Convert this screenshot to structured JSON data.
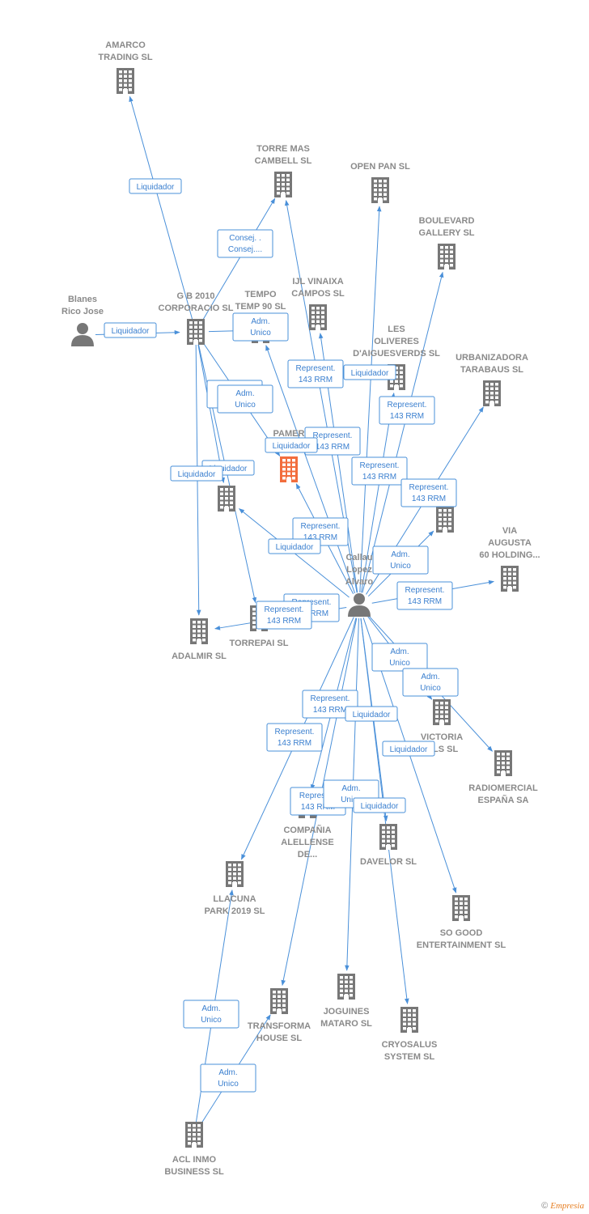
{
  "colors": {
    "edge": "#4a90d9",
    "building": "#777777",
    "center_building": "#f26d3d",
    "person": "#777777",
    "label": "#8a8a8a"
  },
  "nodes": [
    {
      "id": "amarco",
      "type": "company",
      "lines": [
        "AMARCO",
        "TRADING SL"
      ],
      "label_pos": "above"
    },
    {
      "id": "torremas",
      "type": "company",
      "lines": [
        "TORRE MAS",
        "CAMBELL SL"
      ],
      "label_pos": "above"
    },
    {
      "id": "openpan",
      "type": "company",
      "lines": [
        "OPEN PAN SL"
      ],
      "label_pos": "above"
    },
    {
      "id": "boulevard",
      "type": "company",
      "lines": [
        "BOULEVARD",
        "GALLERY SL"
      ],
      "label_pos": "above"
    },
    {
      "id": "blanes",
      "type": "person",
      "lines": [
        "Blanes",
        "Rico Jose"
      ],
      "label_pos": "above"
    },
    {
      "id": "gb2010",
      "type": "company",
      "lines": [
        "G B 2010",
        "CORPORACIO SL"
      ],
      "label_pos": "above"
    },
    {
      "id": "tempo",
      "type": "company",
      "lines": [
        "TEMPO",
        "TEMP 90 SL"
      ],
      "label_pos": "above"
    },
    {
      "id": "ijl",
      "type": "company",
      "lines": [
        "IJL VINAIXA",
        "CAMPOS SL"
      ],
      "label_pos": "above"
    },
    {
      "id": "lesoliveres",
      "type": "company",
      "lines": [
        "LES",
        "OLIVERES",
        "D'AIGUESVERDS SL"
      ],
      "label_pos": "above"
    },
    {
      "id": "urbanizadora",
      "type": "company",
      "lines": [
        "URBANIZADORA",
        "TARABAUS  SL"
      ],
      "label_pos": "above"
    },
    {
      "id": "pamer",
      "type": "center",
      "lines": [
        "PAMER",
        "BL..."
      ],
      "label_pos": "above"
    },
    {
      "id": "rosellon",
      "type": "company",
      "lines": [],
      "label_pos": "none"
    },
    {
      "id": "k",
      "type": "company",
      "lines": [
        "...K"
      ],
      "label_pos": "above"
    },
    {
      "id": "viaaugusta",
      "type": "company",
      "lines": [
        "VIA",
        "AUGUSTA",
        "60 HOLDING..."
      ],
      "label_pos": "above"
    },
    {
      "id": "callau",
      "type": "person",
      "lines": [
        "Callau",
        "Lopez",
        "Alvaro"
      ],
      "label_pos": "above"
    },
    {
      "id": "adalmir",
      "type": "company",
      "lines": [
        "ADALMIR SL"
      ],
      "label_pos": "below"
    },
    {
      "id": "torrepai",
      "type": "company",
      "lines": [
        "TORREPAI SL"
      ],
      "label_pos": "below"
    },
    {
      "id": "victoria",
      "type": "company",
      "lines": [
        "VICTORIA",
        "...LS SL"
      ],
      "label_pos": "below"
    },
    {
      "id": "radiomercial",
      "type": "company",
      "lines": [
        "RADIOMERCIAL",
        "ESPAÑA SA"
      ],
      "label_pos": "below"
    },
    {
      "id": "companya",
      "type": "company",
      "lines": [
        "COMPAÑIA",
        "ALELLENSE",
        "DE..."
      ],
      "label_pos": "below"
    },
    {
      "id": "davelor",
      "type": "company",
      "lines": [
        "DAVELOR SL"
      ],
      "label_pos": "below"
    },
    {
      "id": "llacuna",
      "type": "company",
      "lines": [
        "LLACUNA",
        "PARK 2019  SL"
      ],
      "label_pos": "below"
    },
    {
      "id": "sogood",
      "type": "company",
      "lines": [
        "SO GOOD",
        "ENTERTAINMENT SL"
      ],
      "label_pos": "below"
    },
    {
      "id": "transforma",
      "type": "company",
      "lines": [
        "TRANSFORMA",
        "HOUSE  SL"
      ],
      "label_pos": "below"
    },
    {
      "id": "joguines",
      "type": "company",
      "lines": [
        "JOGUINES",
        "MATARO SL"
      ],
      "label_pos": "below"
    },
    {
      "id": "cryosalus",
      "type": "company",
      "lines": [
        "CRYOSALUS",
        "SYSTEM SL"
      ],
      "label_pos": "below"
    },
    {
      "id": "aclinmo",
      "type": "company",
      "lines": [
        "ACL INMO",
        "BUSINESS  SL"
      ],
      "label_pos": "below"
    }
  ],
  "edges": [
    {
      "from": "gb2010",
      "to": "amarco"
    },
    {
      "from": "gb2010",
      "to": "torremas"
    },
    {
      "from": "blanes",
      "to": "gb2010"
    },
    {
      "from": "gb2010",
      "to": "tempo"
    },
    {
      "from": "gb2010",
      "to": "pamer"
    },
    {
      "from": "gb2010",
      "to": "adalmir"
    },
    {
      "from": "gb2010",
      "to": "torrepai"
    },
    {
      "from": "gb2010",
      "to": "rosellon"
    },
    {
      "from": "callau",
      "to": "torremas"
    },
    {
      "from": "callau",
      "to": "openpan"
    },
    {
      "from": "callau",
      "to": "boulevard"
    },
    {
      "from": "callau",
      "to": "ijl"
    },
    {
      "from": "callau",
      "to": "tempo"
    },
    {
      "from": "callau",
      "to": "lesoliveres"
    },
    {
      "from": "callau",
      "to": "urbanizadora"
    },
    {
      "from": "callau",
      "to": "pamer"
    },
    {
      "from": "callau",
      "to": "rosellon"
    },
    {
      "from": "callau",
      "to": "k"
    },
    {
      "from": "callau",
      "to": "viaaugusta"
    },
    {
      "from": "callau",
      "to": "adalmir"
    },
    {
      "from": "callau",
      "to": "victoria"
    },
    {
      "from": "callau",
      "to": "radiomercial"
    },
    {
      "from": "callau",
      "to": "companya"
    },
    {
      "from": "callau",
      "to": "davelor"
    },
    {
      "from": "callau",
      "to": "llacuna"
    },
    {
      "from": "callau",
      "to": "sogood"
    },
    {
      "from": "callau",
      "to": "transforma"
    },
    {
      "from": "callau",
      "to": "joguines"
    },
    {
      "from": "callau",
      "to": "cryosalus"
    },
    {
      "from": "aclinmo",
      "to": "llacuna"
    },
    {
      "from": "aclinmo",
      "to": "transforma"
    }
  ],
  "edge_labels": [
    {
      "text": [
        "Liquidador"
      ]
    },
    {
      "text": [
        "Consej. .",
        "Consej...."
      ]
    },
    {
      "text": [
        "Liquidador"
      ]
    },
    {
      "text": [
        "Adm.",
        "Unico"
      ]
    },
    {
      "text": [
        "Represent.",
        "143 RRM"
      ]
    },
    {
      "text": [
        "Liquidador"
      ]
    },
    {
      "text": [
        "Represent.",
        "143 RRM"
      ]
    },
    {
      "text": [
        "Adm.",
        "Unico"
      ]
    },
    {
      "text": [
        "Adm.",
        "Unico"
      ]
    },
    {
      "text": [
        "Liquidador"
      ]
    },
    {
      "text": [
        "Represent.",
        "143 RRM"
      ]
    },
    {
      "text": [
        "Liquidador"
      ]
    },
    {
      "text": [
        "Liquidador"
      ]
    },
    {
      "text": [
        "Represent.",
        "143 RRM"
      ]
    },
    {
      "text": [
        "Represent.",
        "143 RRM"
      ]
    },
    {
      "text": [
        "Represent.",
        "143 RRM"
      ]
    },
    {
      "text": [
        "Liquidador"
      ]
    },
    {
      "text": [
        "Adm.",
        "Unico"
      ]
    },
    {
      "text": [
        "Represent.",
        "143 RRM"
      ]
    },
    {
      "text": [
        "Represent.",
        "143 RRM"
      ]
    },
    {
      "text": [
        "Represent.",
        "143 RRM"
      ]
    },
    {
      "text": [
        "Adm.",
        "Unico"
      ]
    },
    {
      "text": [
        "Adm.",
        "Unico"
      ]
    },
    {
      "text": [
        "Represent.",
        "143 RRM"
      ]
    },
    {
      "text": [
        "Liquidador"
      ]
    },
    {
      "text": [
        "Represent.",
        "143 RRM"
      ]
    },
    {
      "text": [
        "Liquidador"
      ]
    },
    {
      "text": [
        "Represent",
        "143 RRM"
      ]
    },
    {
      "text": [
        "Adm.",
        "Unico"
      ]
    },
    {
      "text": [
        "Liquidador"
      ]
    },
    {
      "text": [
        "Adm.",
        "Unico"
      ]
    },
    {
      "text": [
        "Adm.",
        "Unico"
      ]
    }
  ],
  "footer": {
    "symbol": "©",
    "brand": "Empresia"
  }
}
